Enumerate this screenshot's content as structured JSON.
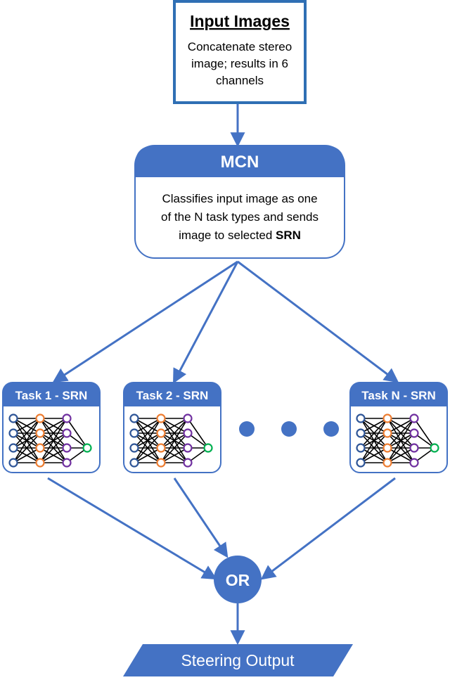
{
  "input": {
    "title": "Input Images",
    "desc_line1": "Concatenate stereo",
    "desc_line2": "image; results in 6",
    "desc_line3": "channels"
  },
  "mcn": {
    "title": "MCN",
    "desc_line1": "Classifies input image as one",
    "desc_line2": "of the N task types and sends",
    "desc_line3_prefix": "image to selected ",
    "desc_line3_bold": "SRN"
  },
  "tasks": [
    {
      "label": "Task 1 - SRN"
    },
    {
      "label": "Task 2 - SRN"
    },
    {
      "label": "Task N - SRN"
    }
  ],
  "or_label": "OR",
  "output_label": "Steering Output",
  "colors": {
    "blue": "#4472c4",
    "dark_blue": "#2f55a0",
    "node_blue": "#2e5597",
    "node_orange": "#ed7d31",
    "node_purple": "#7030a0",
    "node_green": "#00b050"
  }
}
